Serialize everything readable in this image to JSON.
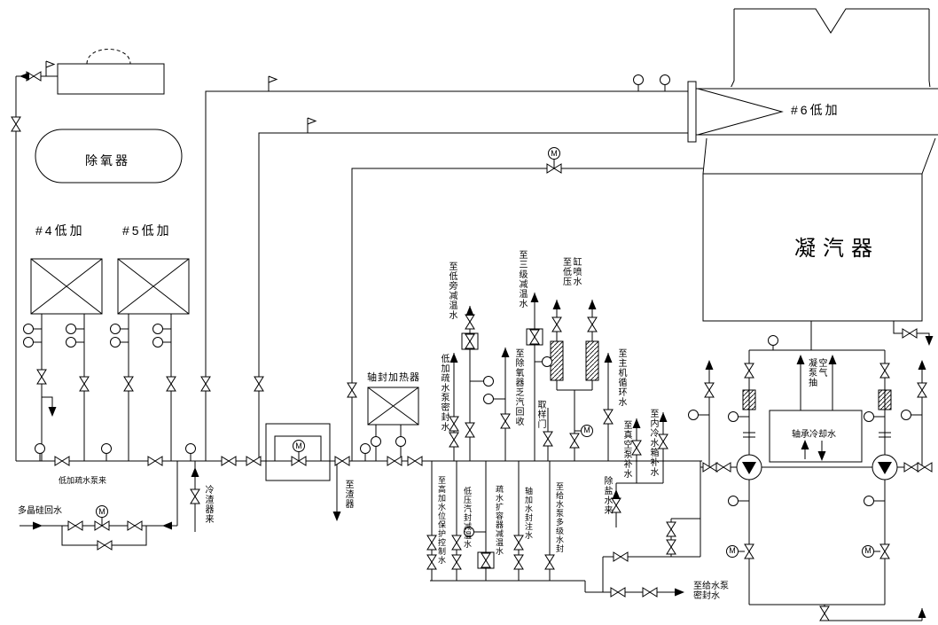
{
  "diagram": {
    "equipment": {
      "deaerator": "除氧器",
      "heater4": "#4低加",
      "heater5": "#5低加",
      "heater6": "#6低加",
      "condenser": "凝汽器",
      "gland_heater": "轴封加热器"
    },
    "flow_labels": {
      "from_lp_drain_pump": "低加疏水泵来",
      "polysilicon_return": "多晶硅回水",
      "from_slag_cooler": "冷渣器来",
      "to_slag_cooler": "至渣器",
      "to_lp_bypass_spray": "至低旁减温水",
      "to_stage3_spray": "至三级减温水",
      "to_lp_cylinder_spray": "至低压缸喷水",
      "lp_drain_pump_seal": "低加疏水泵密封水",
      "to_deaerator_exhaust_recovery": "至除氧器乏汽回收",
      "sampling_valve": "取样门",
      "to_main_circ_water": "至主机循环水",
      "demin_water_in": "除盐水来",
      "to_vacuum_pump_makeup": "至真空泵补水",
      "to_internal_cooling_makeup": "至内冷水箱补水",
      "pump_air_extraction": "凝泵抽空气",
      "bearing_cooling_water": "轴承冷却水",
      "to_feed_pump_seal": "至给水泵\n密封水",
      "to_hp_heater_level_control": "至高加水位保护控制水",
      "lp_gland_spray": "低压汽封减温水",
      "flash_tank_spray": "疏水扩容器减温水",
      "gland_seal_injection": "轴加水封注水",
      "to_feed_pump_multistage_seal": "至给水泵多级水封"
    },
    "symbols": {
      "motor": "M"
    }
  }
}
